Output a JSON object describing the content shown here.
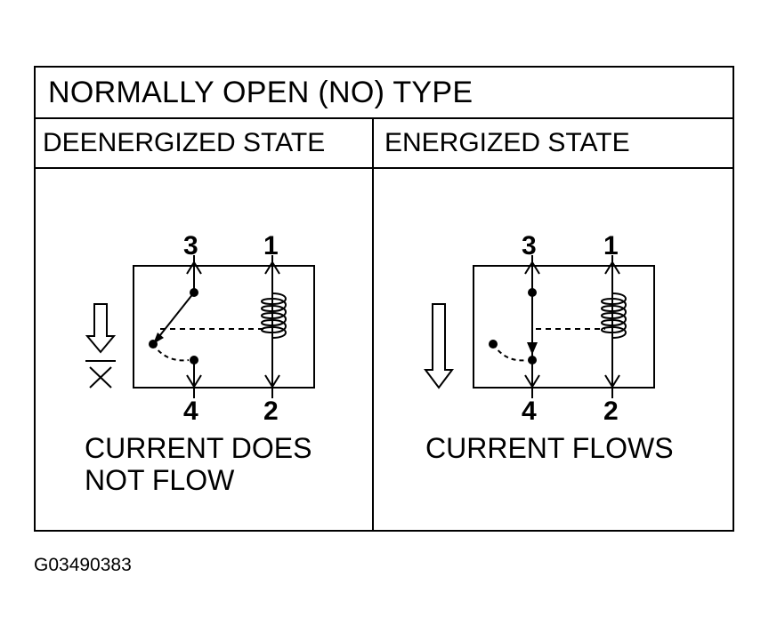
{
  "title": "NORMALLY OPEN (NO) TYPE",
  "states": {
    "deenergized": {
      "label": "DEENERGIZED STATE",
      "terminals": {
        "t3": "3",
        "t1": "1",
        "t4": "4",
        "t2": "2"
      },
      "caption_line1": "CURRENT DOES",
      "caption_line2": "NOT FLOW",
      "indicator_icon": "blocked-arrow-down-icon"
    },
    "energized": {
      "label": "ENERGIZED STATE",
      "terminals": {
        "t3": "3",
        "t1": "1",
        "t4": "4",
        "t2": "2"
      },
      "caption_line1": "CURRENT FLOWS",
      "indicator_icon": "arrow-down-icon"
    }
  },
  "figure_code": "G03490383"
}
